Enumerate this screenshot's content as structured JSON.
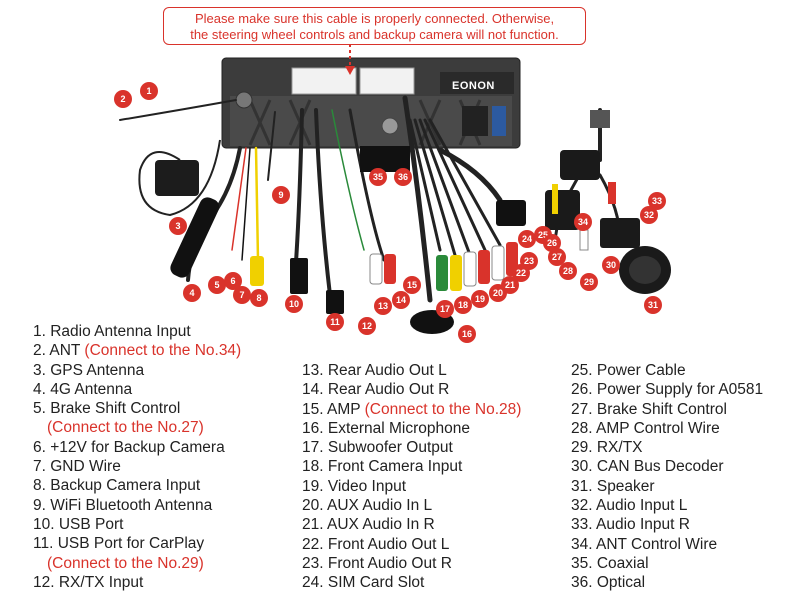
{
  "notice": {
    "line1": "Please make sure this cable is properly connected. Otherwise,",
    "line2": "the steering wheel controls and backup camera will not function."
  },
  "brand": "EONON",
  "colors": {
    "accent": "#d9332b",
    "text": "#222222",
    "unit": "#3a3a3a"
  },
  "callouts": [
    "1",
    "2",
    "3",
    "4",
    "5",
    "6",
    "7",
    "8",
    "9",
    "10",
    "11",
    "12",
    "13",
    "14",
    "15",
    "16",
    "17",
    "18",
    "19",
    "20",
    "21",
    "22",
    "23",
    "24",
    "25",
    "26",
    "27",
    "28",
    "29",
    "30",
    "31",
    "32",
    "33",
    "34",
    "35",
    "36"
  ],
  "legend": {
    "col1": [
      {
        "label": "1. Radio Antenna Input",
        "note": ""
      },
      {
        "label": "2. ANT ",
        "note": "(Connect to the No.34)"
      },
      {
        "label": "3. GPS Antenna",
        "note": ""
      },
      {
        "label": "4. 4G Antenna",
        "note": ""
      },
      {
        "label": "5. Brake Shift Control",
        "note": ""
      },
      {
        "label": "",
        "note": "(Connect to the No.27)",
        "continuation": true
      },
      {
        "label": "6. +12V for Backup Camera",
        "note": ""
      },
      {
        "label": "7. GND Wire",
        "note": ""
      },
      {
        "label": "8. Backup Camera Input",
        "note": ""
      },
      {
        "label": "9. WiFi Bluetooth Antenna",
        "note": ""
      },
      {
        "label": "10. USB Port",
        "note": ""
      },
      {
        "label": "11. USB Port for CarPlay",
        "note": ""
      },
      {
        "label": "",
        "note": "(Connect to the No.29)",
        "continuation": true
      },
      {
        "label": "12. RX/TX Input",
        "note": ""
      }
    ],
    "col2": [
      {
        "label": "13. Rear Audio Out L",
        "note": ""
      },
      {
        "label": "14. Rear Audio Out R",
        "note": ""
      },
      {
        "label": "15. AMP ",
        "note": "(Connect to the No.28)"
      },
      {
        "label": "16. External Microphone",
        "note": ""
      },
      {
        "label": "17. Subwoofer Output",
        "note": ""
      },
      {
        "label": "18. Front Camera Input",
        "note": ""
      },
      {
        "label": "19. Video Input",
        "note": ""
      },
      {
        "label": "20. AUX Audio In L",
        "note": ""
      },
      {
        "label": "21. AUX Audio In R",
        "note": ""
      },
      {
        "label": "22. Front Audio Out L",
        "note": ""
      },
      {
        "label": "23. Front Audio Out R",
        "note": ""
      },
      {
        "label": "24. SIM Card Slot",
        "note": ""
      }
    ],
    "col3": [
      {
        "label": "25. Power Cable",
        "note": ""
      },
      {
        "label": "26. Power Supply for A0581",
        "note": ""
      },
      {
        "label": "27. Brake Shift Control",
        "note": ""
      },
      {
        "label": "28. AMP Control Wire",
        "note": ""
      },
      {
        "label": "29. RX/TX",
        "note": ""
      },
      {
        "label": "30. CAN Bus Decoder",
        "note": ""
      },
      {
        "label": "31. Speaker",
        "note": ""
      },
      {
        "label": "32. Audio Input L",
        "note": ""
      },
      {
        "label": "33. Audio Input R",
        "note": ""
      },
      {
        "label": "34. ANT Control Wire",
        "note": ""
      },
      {
        "label": "35. Coaxial",
        "note": ""
      },
      {
        "label": "36. Optical",
        "note": ""
      }
    ]
  }
}
